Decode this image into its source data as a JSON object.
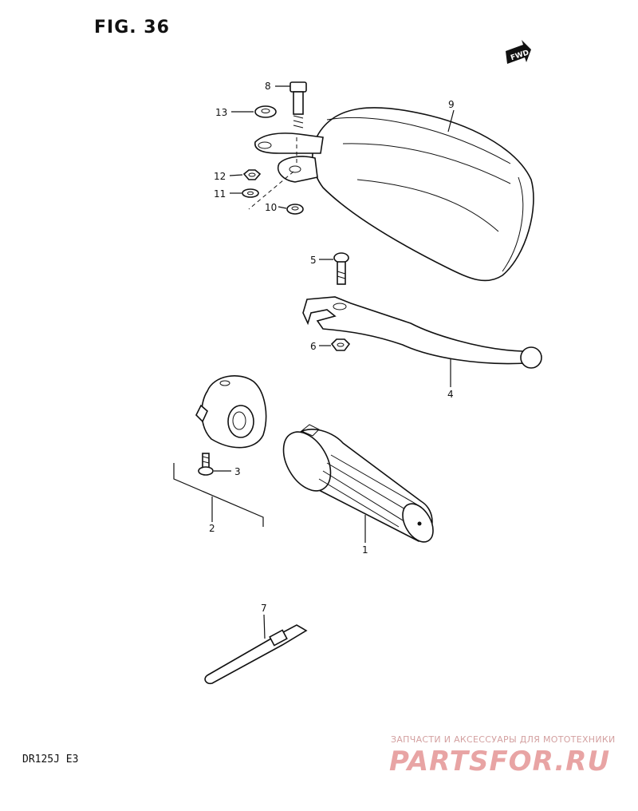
{
  "figure": {
    "title": "FIG. 36",
    "model": "DR125J  E3"
  },
  "watermark": {
    "caption": "ЗАПЧАСТИ И АКСЕССУАРЫ ДЛЯ МОТОТЕХНИКИ",
    "logo": "PARTSFOR.RU"
  },
  "direction_badge": {
    "label": "FWD",
    "icon": "forward-arrow-icon"
  },
  "callouts": {
    "n1": "1",
    "n2": "2",
    "n3": "3",
    "n4": "4",
    "n5": "5",
    "n6": "6",
    "n7": "7",
    "n8": "8",
    "n9": "9",
    "n10": "10",
    "n11": "11",
    "n12": "12",
    "n13": "13"
  },
  "colors": {
    "ink": "#111111",
    "watermark": "#e8a4a4"
  }
}
